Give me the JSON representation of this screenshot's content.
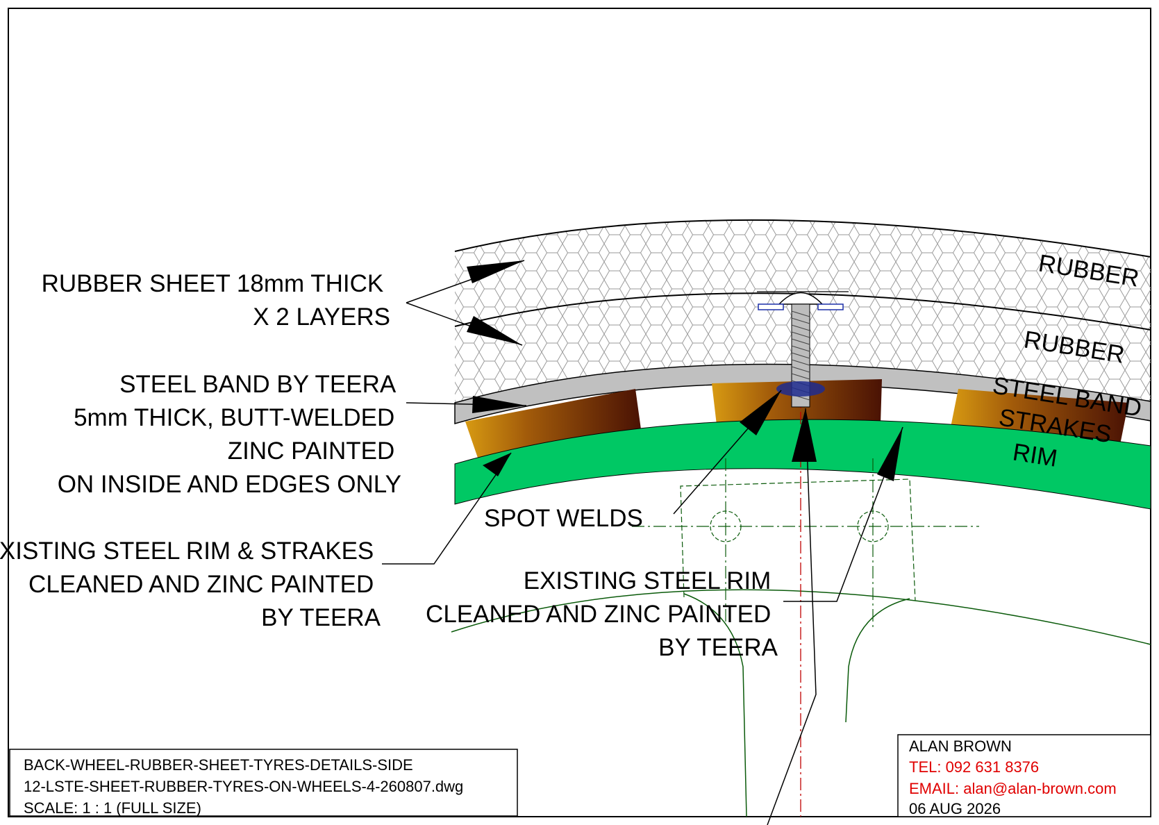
{
  "labels": {
    "rubber_sheet": [
      "RUBBER SHEET 18mm THICK",
      "X 2 LAYERS"
    ],
    "steel_band": [
      "STEEL BAND BY TEERA",
      "5mm THICK, BUTT-WELDED",
      "ZINC PAINTED",
      "ON INSIDE AND EDGES ONLY"
    ],
    "existing_rim_strakes": [
      "EXISTING STEEL RIM & STRAKES",
      "CLEANED AND ZINC PAINTED",
      "BY TEERA"
    ],
    "spot_welds": "SPOT WELDS",
    "existing_rim": [
      "EXISTING STEEL RIM",
      "CLEANED AND ZINC PAINTED",
      "BY TEERA"
    ]
  },
  "layer_tags": {
    "rubber_outer": "RUBBER",
    "rubber_inner": "RUBBER",
    "steel_band": "STEEL BAND",
    "strakes": "STRAKES",
    "rim": "RIM"
  },
  "title_block": {
    "drawing_title": "BACK-WHEEL-RUBBER-SHEET-TYRES-DETAILS-SIDE",
    "file_name": "12-LSTE-SHEET-RUBBER-TYRES-ON-WHEELS-4-260807.dwg",
    "scale": "SCALE: 1 : 1 (FULL SIZE)"
  },
  "contact": {
    "name": "ALAN BROWN",
    "tel": "TEL: 092 631 8376",
    "email": "EMAIL: alan@alan-brown.com",
    "date": "06 AUG 2026"
  },
  "colors": {
    "rim": "#00c864",
    "steel_band": "#c0c0c0",
    "strake_light": "#d79a12",
    "strake_dark": "#5a1a04",
    "centerline": "#c00000",
    "wheel_outline": "#0a5a0a",
    "contact_red": "#e00000"
  }
}
